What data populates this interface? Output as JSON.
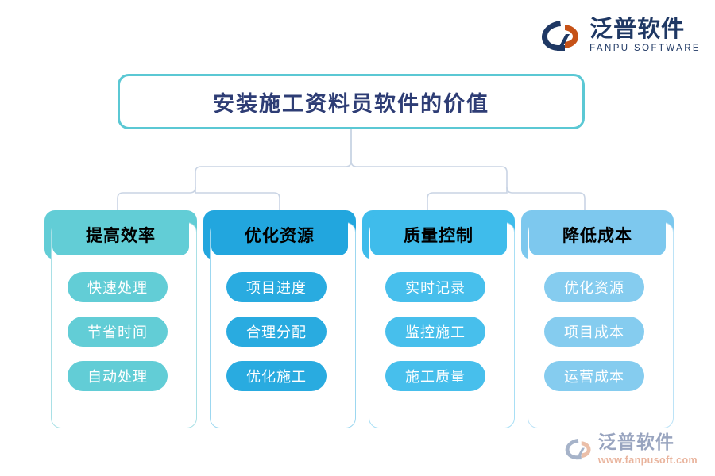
{
  "brand": {
    "name_cn": "泛普软件",
    "name_en": "FANPU SOFTWARE",
    "mark_icon": "fanpu-logo-icon",
    "colors": {
      "navy": "#1F3864",
      "orange": "#C65217"
    }
  },
  "title": {
    "text": "安装施工资料员软件的价值",
    "border_color": "#5BC8D4",
    "text_color": "#2E3D75"
  },
  "connector": {
    "line_color": "#C9D4E4"
  },
  "columns": [
    {
      "header": "提高效率",
      "color": "#62CDD6",
      "items": [
        "快速处理",
        "节省时间",
        "自动处理"
      ]
    },
    {
      "header": "优化资源",
      "color": "#22A6DE",
      "items": [
        "项目进度",
        "合理分配",
        "优化施工"
      ]
    },
    {
      "header": "质量控制",
      "color": "#3FBCEB",
      "items": [
        "实时记录",
        "监控施工",
        "施工质量"
      ]
    },
    {
      "header": "降低成本",
      "color": "#7DC8EE",
      "items": [
        "优化资源",
        "项目成本",
        "运营成本"
      ]
    }
  ],
  "watermark": {
    "name_cn": "泛普软件",
    "url": "www.fanpusoft.com",
    "mark_icon": "fanpu-watermark-icon"
  }
}
